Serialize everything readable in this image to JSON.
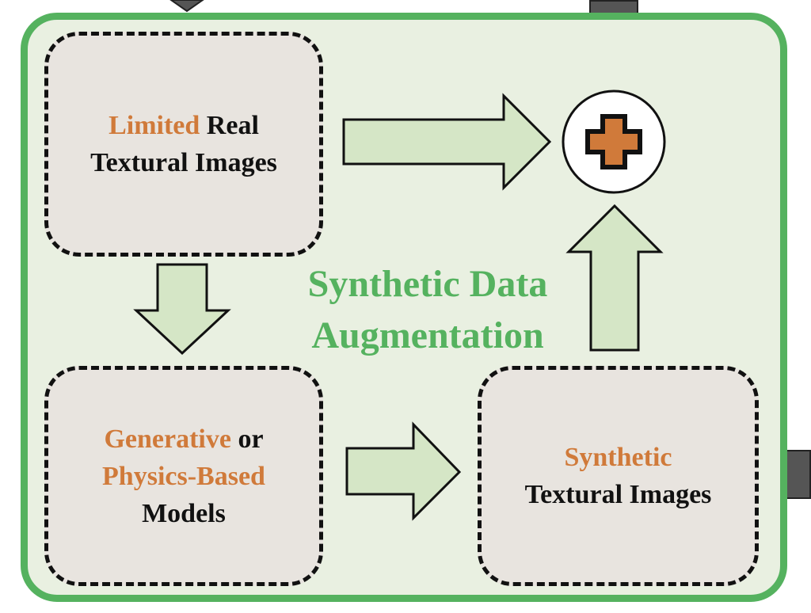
{
  "boxes": {
    "real": {
      "accent": "Limited",
      "line1_rest": " Real",
      "line2": "Textural Images"
    },
    "generative": {
      "accent1": "Generative",
      "mid": " or",
      "accent2": "Physics-Based",
      "line3": "Models"
    },
    "synthetic": {
      "accent": "Synthetic",
      "line2": "Textural Images"
    }
  },
  "center_label": {
    "line1": "Synthetic Data",
    "line2": "Augmentation"
  },
  "colors": {
    "frame_border": "#55b25f",
    "frame_fill": "#e9f0e1",
    "box_fill": "#e8e4df",
    "accent_text": "#d07a3a",
    "arrow_fill": "#d5e6c6",
    "plus_fill": "#d07a3a",
    "connector": "#555555"
  },
  "icons": {
    "combine": "plus-circle-icon"
  }
}
